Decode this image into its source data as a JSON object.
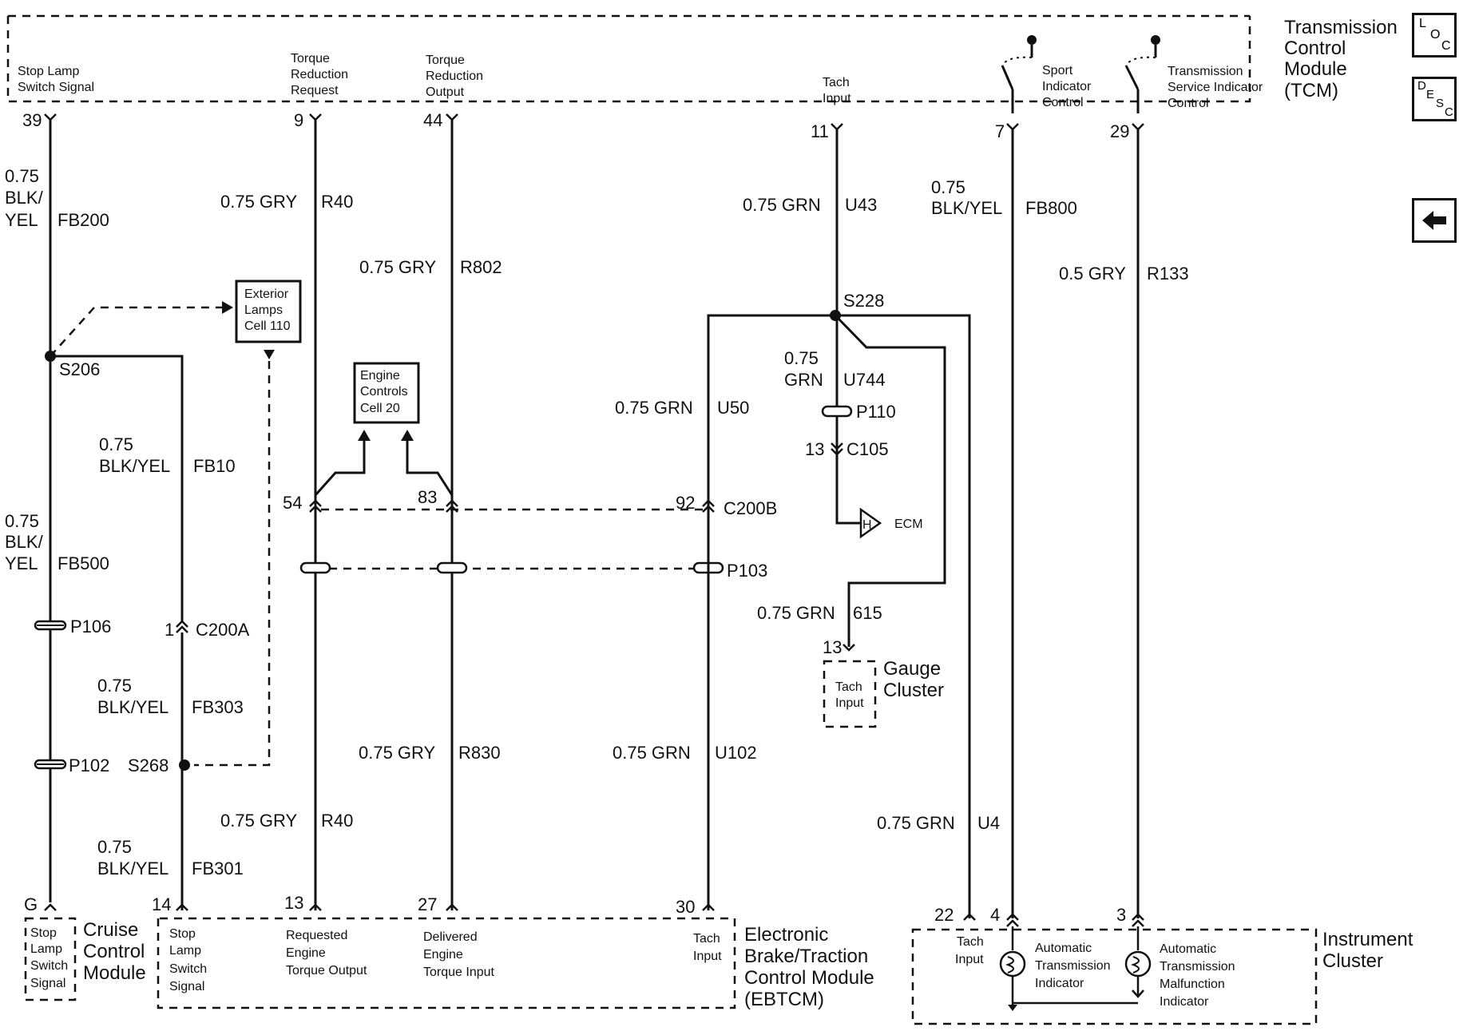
{
  "modules": {
    "tcm": {
      "lines": [
        "Transmission",
        "Control",
        "Module",
        "(TCM)"
      ]
    },
    "cruise": {
      "lines": [
        "Cruise",
        "Control",
        "Module"
      ]
    },
    "ebtcm": {
      "lines": [
        "Electronic",
        "Brake/Traction",
        "Control Module",
        "(EBTCM)"
      ]
    },
    "instrument": {
      "lines": [
        "Instrument",
        "Cluster"
      ]
    },
    "gauge": {
      "lines": [
        "Gauge",
        "Cluster"
      ]
    }
  },
  "tcm_pins": {
    "stop_lamp": {
      "pin": "39",
      "lines": [
        "Stop Lamp",
        "Switch Signal"
      ]
    },
    "torque_req": {
      "pin": "9",
      "lines": [
        "Torque",
        "Reduction",
        "Request"
      ]
    },
    "torque_out": {
      "pin": "44",
      "lines": [
        "Torque",
        "Reduction",
        "Output"
      ]
    },
    "tach": {
      "pin": "11",
      "lines": [
        "Tach",
        "Input"
      ]
    },
    "sport": {
      "pin": "7",
      "lines": [
        "Sport",
        "Indicator",
        "Control"
      ]
    },
    "service": {
      "pin": "29",
      "lines": [
        "Transmission",
        "Service Indicator",
        "Control"
      ]
    }
  },
  "bottom_pins": {
    "cruise": {
      "pin": "G",
      "lines": [
        "Stop",
        "Lamp",
        "Switch",
        "Signal"
      ]
    },
    "eb_stop": {
      "pin": "14",
      "lines": [
        "Stop",
        "Lamp",
        "Switch",
        "Signal"
      ]
    },
    "eb_req": {
      "pin": "13",
      "lines": [
        "Requested",
        "Engine",
        "Torque Output"
      ]
    },
    "eb_del": {
      "pin": "27",
      "lines": [
        "Delivered",
        "Engine",
        "Torque Input"
      ]
    },
    "eb_tach": {
      "pin": "30",
      "lines": [
        "Tach",
        "Input"
      ]
    },
    "ic_tach": {
      "pin": "22",
      "lines": [
        "Tach",
        "Input"
      ]
    },
    "ic_auto": {
      "pin": "4",
      "lines": [
        "Automatic",
        "Transmission",
        "Indicator"
      ]
    },
    "ic_malf": {
      "pin": "3",
      "lines": [
        "Automatic",
        "Transmission",
        "Malfunction",
        "Indicator"
      ]
    },
    "gauge_tach": {
      "pin": "13",
      "lines": [
        "Tach",
        "Input"
      ]
    }
  },
  "wires": {
    "fb200": {
      "size": "0.75",
      "color_top": "BLK/",
      "color_bot": "YEL",
      "circuit": "FB200"
    },
    "fb500": {
      "size": "0.75",
      "color_top": "BLK/",
      "color_bot": "YEL",
      "circuit": "FB500"
    },
    "fb10": {
      "size": "0.75",
      "color": "BLK/YEL",
      "circuit": "FB10"
    },
    "fb303": {
      "size": "0.75",
      "color": "BLK/YEL",
      "circuit": "FB303"
    },
    "fb301": {
      "size": "0.75",
      "color": "BLK/YEL",
      "circuit": "FB301"
    },
    "r40_top": {
      "label": "0.75 GRY",
      "circuit": "R40"
    },
    "r40_bot": {
      "label": "0.75 GRY",
      "circuit": "R40"
    },
    "r802": {
      "label": "0.75 GRY",
      "circuit": "R802"
    },
    "r830": {
      "label": "0.75 GRY",
      "circuit": "R830"
    },
    "u43": {
      "label": "0.75 GRN",
      "circuit": "U43"
    },
    "u744": {
      "size": "0.75",
      "color": "GRN",
      "circuit": "U744"
    },
    "u50": {
      "label": "0.75 GRN",
      "circuit": "U50"
    },
    "u102": {
      "label": "0.75 GRN",
      "circuit": "U102"
    },
    "w615": {
      "label": "0.75 GRN",
      "circuit": "615"
    },
    "u4": {
      "label": "0.75 GRN",
      "circuit": "U4"
    },
    "fb800": {
      "size": "0.75",
      "color": "BLK/YEL",
      "circuit": "FB800"
    },
    "r133": {
      "label": "0.5 GRY",
      "circuit": "R133"
    }
  },
  "splices": {
    "s206": "S206",
    "s268": "S268",
    "s228": "S228"
  },
  "connectors": {
    "p106": "P106",
    "p102": "P102",
    "p110": "P110",
    "p103": "P103",
    "c200a": {
      "pin": "1",
      "name": "C200A"
    },
    "c105": {
      "pin": "13",
      "name": "C105"
    },
    "c200b": {
      "pins": [
        "54",
        "83",
        "92"
      ],
      "name": "C200B"
    }
  },
  "refs": {
    "exterior": [
      "Exterior",
      "Lamps",
      "Cell 110"
    ],
    "engine": [
      "Engine",
      "Controls",
      "Cell 20"
    ],
    "ecm": "ECM",
    "ecm_symbol": "H"
  },
  "icons": {
    "loc": [
      "L",
      "O",
      "C"
    ],
    "desc": [
      "D",
      "E",
      "S",
      "C"
    ],
    "back": "arrow-left-icon"
  }
}
